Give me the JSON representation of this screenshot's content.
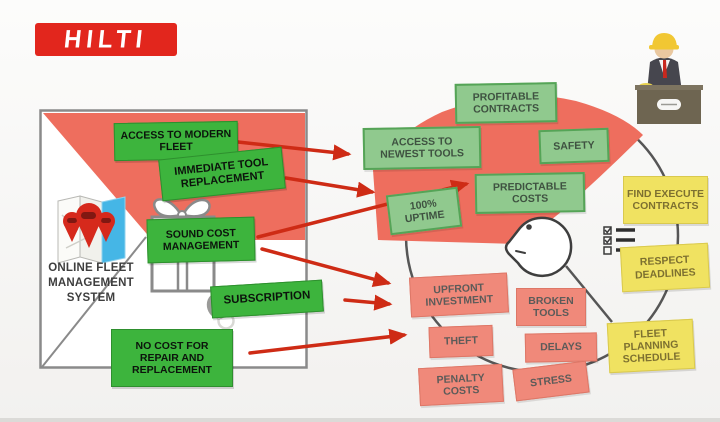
{
  "logo": {
    "text": "HILTI"
  },
  "system_caption": "ONLINE FLEET MANAGEMENT SYSTEM",
  "benefits": {
    "access_modern_fleet": "ACCESS TO MODERN FLEET",
    "immediate_tool_replacement": "IMMEDIATE TOOL REPLACEMENT",
    "sound_cost_management": "SOUND COST MANAGEMENT",
    "subscription": "SUBSCRIPTION",
    "no_cost_repair": "NO COST FOR REPAIR AND REPLACEMENT"
  },
  "gains": {
    "profitable_contracts": "PROFITABLE CONTRACTS",
    "access_newest_tools": "ACCESS TO NEWEST TOOLS",
    "safety": "SAFETY",
    "predictable_costs": "PREDICTABLE COSTS",
    "uptime": "100% UPTIME"
  },
  "pains": {
    "upfront_investment": "UPFRONT INVESTMENT",
    "broken_tools": "BROKEN TOOLS",
    "theft": "THEFT",
    "delays": "DELAYS",
    "penalty_costs": "PENALTY COSTS",
    "stress": "STRESS"
  },
  "jobs": {
    "find_execute_contracts": "FIND EXECUTE CONTRACTS",
    "respect_deadlines": "RESPECT DEADLINES",
    "fleet_planning_schedule": "FLEET PLANNING SCHEDULE"
  },
  "colors": {
    "brand_red": "#e2261d",
    "benefit_green": "#3db43d",
    "gain_green": "#90c98e",
    "pain_salmon": "#f0897a",
    "job_yellow": "#f0e261",
    "wedge_red": "#ee6e5e",
    "arrow_red": "#ce2b15"
  }
}
